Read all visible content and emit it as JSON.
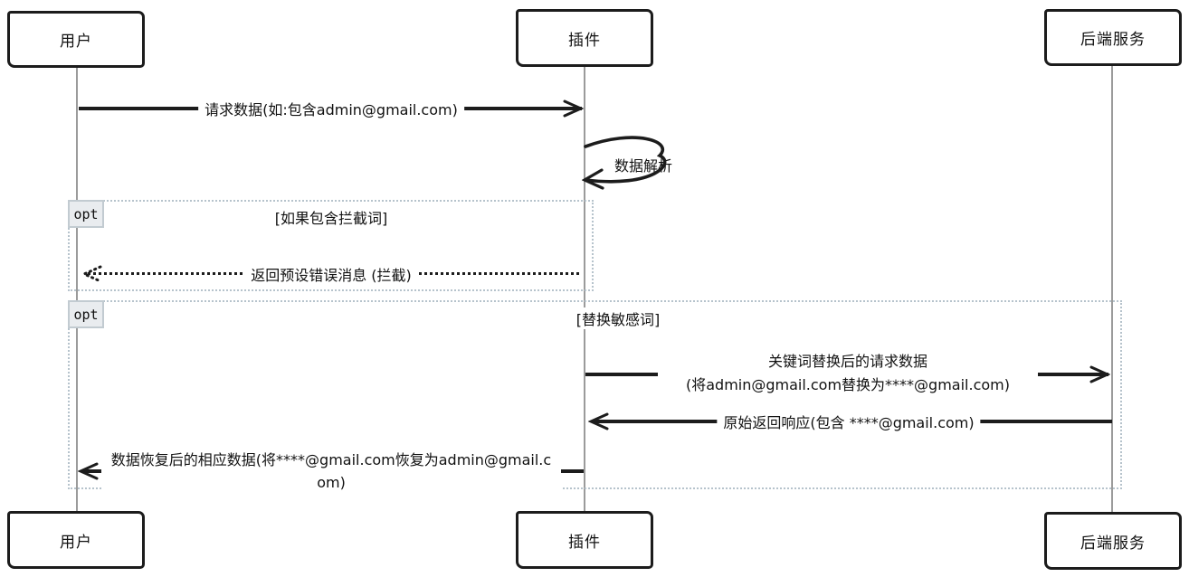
{
  "diagram": {
    "title": "sensitive-word-filter-sequence",
    "actors": [
      {
        "id": "user",
        "label": "用户"
      },
      {
        "id": "plugin",
        "label": "插件"
      },
      {
        "id": "backend",
        "label": "后端服务"
      }
    ],
    "messages": {
      "request": "请求数据(如:包含admin@gmail.com)",
      "parse": "数据解析",
      "blocked_return": "返回预设错误消息 (拦截)",
      "replaced_request_line1": "关键词替换后的请求数据",
      "replaced_request_line2": "(将admin@gmail.com替换为****@gmail.com)",
      "raw_response": "原始返回响应(包含 ****@gmail.com)",
      "restored_response": "数据恢复后的相应数据(将****@gmail.com恢复为admin@gmail.com)"
    },
    "fragments": [
      {
        "keyword": "opt",
        "condition": "[如果包含拦截词]"
      },
      {
        "keyword": "opt",
        "condition": "[替换敏感词]"
      }
    ],
    "colors": {
      "stroke": "#1c1c1c",
      "lifeline": "#9b9b9b",
      "frame_border": "#b6c3cc",
      "opt_tag_bg": "#e9ecef"
    }
  }
}
